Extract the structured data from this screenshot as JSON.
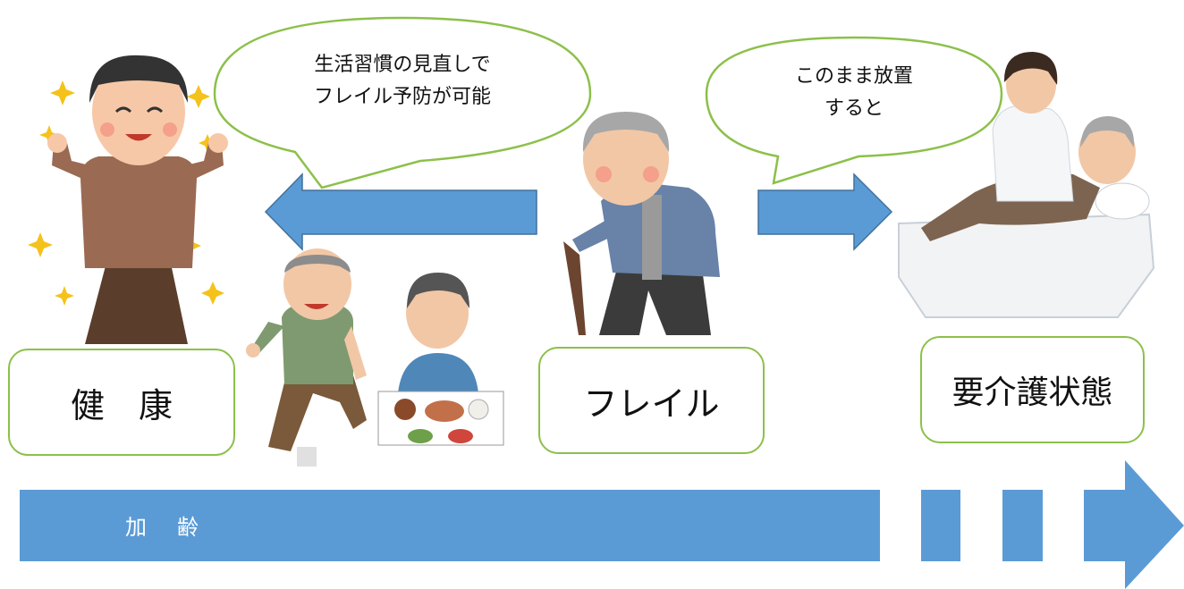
{
  "bubbles": {
    "left_line1": "生活習慣の見直しで",
    "left_line2": "フレイル予防が可能",
    "right_line1": "このまま放置",
    "right_line2": "すると"
  },
  "stages": {
    "healthy": "健　康",
    "frailty": "フレイル",
    "care_needed": "要介護状態"
  },
  "axis": {
    "label": "加齢"
  },
  "colors": {
    "arrow_blue": "#5b9bd5",
    "arrow_border": "#41719c",
    "box_border": "#8cc04a"
  }
}
